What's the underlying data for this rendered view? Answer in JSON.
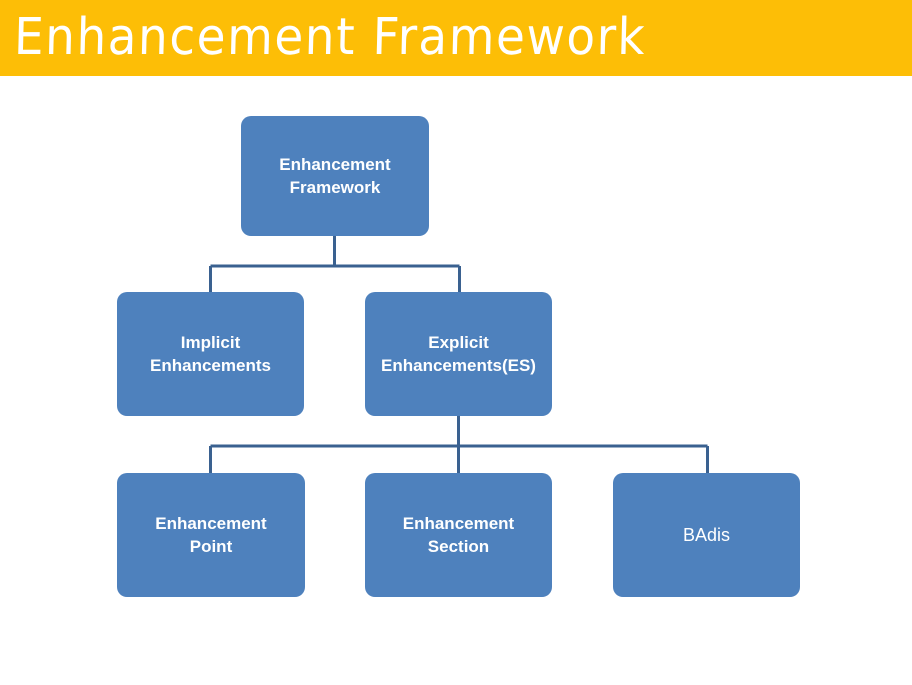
{
  "slide": {
    "title": "Enhancement Framework",
    "banner_color": "#fdbe06",
    "title_color": "#ffffff",
    "background_color": "#ffffff"
  },
  "diagram": {
    "type": "hierarchy-tree",
    "node_fill": "#4e81bd",
    "node_text_color": "#ffffff",
    "connector_color": "#3a6190",
    "nodes": {
      "root": "Enhancement\nFramework",
      "implicit": "Implicit\nEnhancements",
      "explicit": "Explicit\nEnhancements(ES)",
      "enhancement_point": "Enhancement\nPoint",
      "enhancement_section": "Enhancement\nSection",
      "badis": "BAdis"
    },
    "edges": [
      {
        "from": "root",
        "to": "implicit"
      },
      {
        "from": "root",
        "to": "explicit"
      },
      {
        "from": "explicit",
        "to": "enhancement_point"
      },
      {
        "from": "explicit",
        "to": "enhancement_section"
      },
      {
        "from": "explicit",
        "to": "badis"
      }
    ]
  }
}
